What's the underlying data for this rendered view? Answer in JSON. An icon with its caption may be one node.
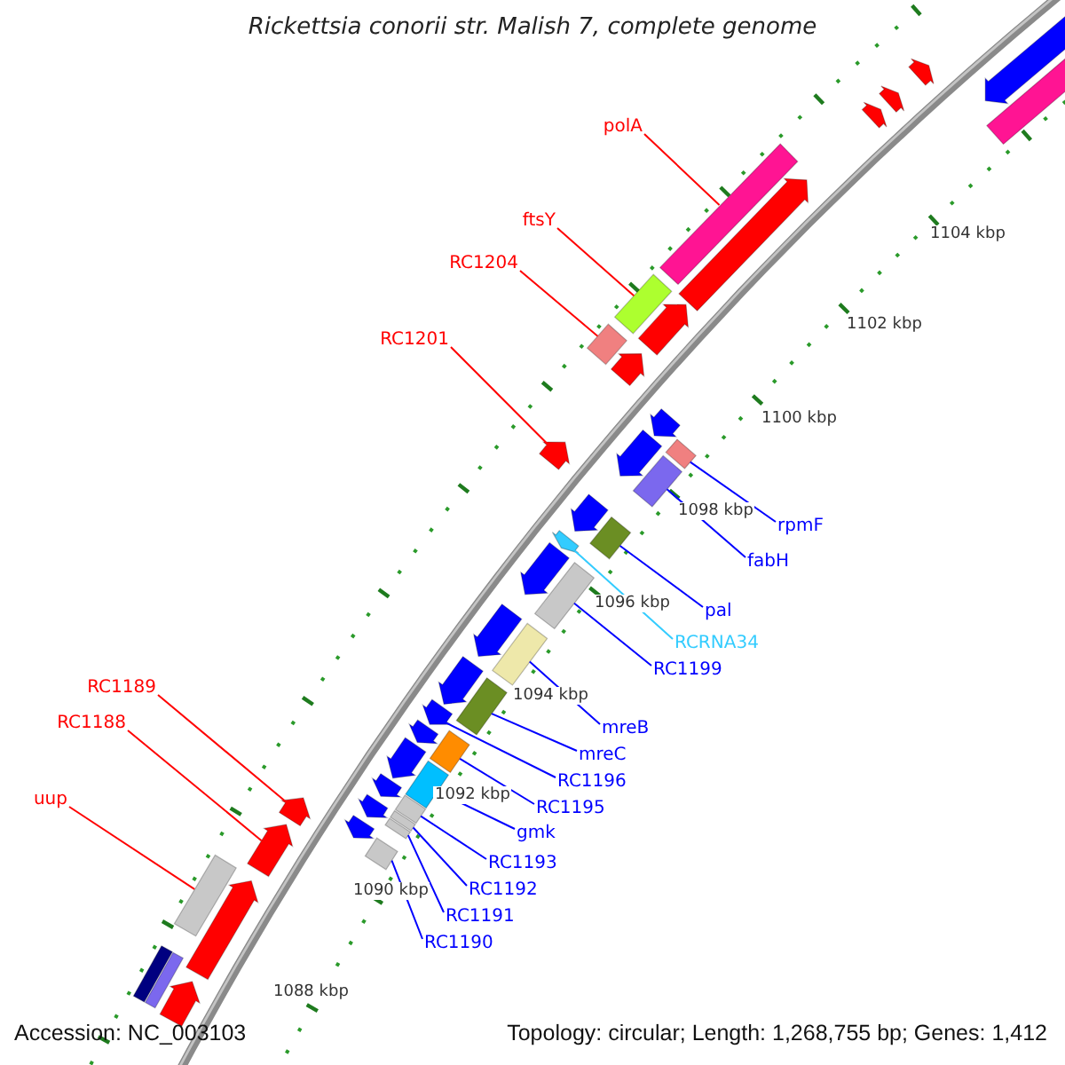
{
  "diagram": {
    "title": "Rickettsia conorii str. Malish 7, complete genome",
    "nodes": [
      {
        "text": [
          "polA"
        ]
      },
      {
        "text": [
          "ftsY"
        ]
      },
      {
        "text": [
          "RC1204"
        ]
      },
      {
        "text": [
          "RC1201"
        ]
      },
      {
        "text": [
          "rpmF"
        ]
      },
      {
        "text": [
          "fabH"
        ]
      },
      {
        "text": [
          "pal"
        ]
      },
      {
        "text": [
          "RCRNA34"
        ]
      },
      {
        "text": [
          "RC1199"
        ]
      },
      {
        "text": [
          "RC1189"
        ]
      },
      {
        "text": [
          "RC1188"
        ]
      },
      {
        "text": [
          "mreB"
        ]
      },
      {
        "text": [
          "mreC"
        ]
      },
      {
        "text": [
          "RC1196"
        ]
      },
      {
        "text": [
          "RC1195"
        ]
      },
      {
        "text": [
          "uup"
        ]
      },
      {
        "text": [
          "gmk"
        ]
      },
      {
        "text": [
          "RC1193"
        ]
      },
      {
        "text": [
          "RC1192"
        ]
      },
      {
        "text": [
          "RC1191"
        ]
      },
      {
        "text": [
          "RC1190"
        ]
      },
      {
        "text": [],
        "shape": "arrow"
      },
      {
        "text": [],
        "shape": "box"
      },
      {
        "text": [],
        "shape": "arrow"
      },
      {
        "text": [],
        "shape": "arrow"
      },
      {
        "text": [],
        "shape": "arrow"
      },
      {
        "text": [],
        "shape": "box"
      },
      {
        "text": [],
        "shape": "arrow"
      },
      {
        "text": [],
        "shape": "box"
      },
      {
        "text": [],
        "shape": "arrow"
      },
      {
        "text": [],
        "shape": "box"
      },
      {
        "text": [],
        "shape": "arrow"
      },
      {
        "text": [],
        "shape": "arrow"
      },
      {
        "text": [],
        "shape": "box"
      },
      {
        "text": [],
        "shape": "arrow"
      },
      {
        "text": [],
        "shape": "box"
      },
      {
        "text": [],
        "shape": "arrow"
      },
      {
        "text": [],
        "shape": "arrow"
      },
      {
        "text": [],
        "shape": "box"
      },
      {
        "text": [],
        "shape": "arrow"
      },
      {
        "text": [],
        "shape": "arrow"
      },
      {
        "text": [],
        "shape": "box"
      },
      {
        "text": [],
        "shape": "arrow"
      },
      {
        "text": [],
        "shape": "box"
      },
      {
        "text": [],
        "shape": "arrow"
      },
      {
        "text": [],
        "shape": "box"
      },
      {
        "text": [],
        "shape": "arrow"
      },
      {
        "text": [],
        "shape": "box"
      },
      {
        "text": [],
        "shape": "arrow"
      },
      {
        "text": [],
        "shape": "arrow"
      },
      {
        "text": [],
        "shape": "box"
      },
      {
        "text": [],
        "shape": "arrow"
      },
      {
        "text": [],
        "shape": "box"
      },
      {
        "text": [],
        "shape": "arrow"
      },
      {
        "text": [],
        "shape": "box"
      },
      {
        "text": [],
        "shape": "box"
      },
      {
        "text": [],
        "shape": "arrow"
      },
      {
        "text": [],
        "shape": "box"
      },
      {
        "text": [],
        "shape": "arrow"
      },
      {
        "text": [],
        "shape": "arrow"
      },
      {
        "text": [],
        "shape": "box"
      },
      {
        "text": [],
        "shape": "arrow"
      },
      {
        "text": [],
        "shape": "box"
      },
      {
        "text": [],
        "shape": "box"
      },
      {
        "text": [],
        "shape": "arrow"
      }
    ],
    "edges": [
      {
        "from": 0,
        "to": 26,
        "arrow": "none",
        "color": "#ff0000"
      },
      {
        "from": 1,
        "to": 28,
        "arrow": "none",
        "color": "#ff0000"
      },
      {
        "from": 2,
        "to": 30,
        "arrow": "none",
        "color": "#ff0000"
      },
      {
        "from": 3,
        "to": 36,
        "arrow": "none",
        "color": "#ff0000"
      },
      {
        "from": 4,
        "to": 33,
        "arrow": "none"
      },
      {
        "from": 5,
        "to": 35,
        "arrow": "none"
      },
      {
        "from": 6,
        "to": 38,
        "arrow": "none"
      },
      {
        "from": 7,
        "to": 39,
        "arrow": "none",
        "color": "#33ccff"
      },
      {
        "from": 8,
        "to": 41,
        "arrow": "none"
      },
      {
        "from": 9,
        "to": 58,
        "arrow": "none",
        "color": "#ff0000"
      },
      {
        "from": 10,
        "to": 59,
        "arrow": "none",
        "color": "#ff0000"
      },
      {
        "from": 11,
        "to": 43,
        "arrow": "none"
      },
      {
        "from": 12,
        "to": 45,
        "arrow": "none"
      },
      {
        "from": 13,
        "to": 46,
        "arrow": "none"
      },
      {
        "from": 14,
        "to": 47,
        "arrow": "none"
      },
      {
        "from": 15,
        "to": 60,
        "arrow": "none",
        "color": "#ff0000"
      },
      {
        "from": 16,
        "to": 50,
        "arrow": "none"
      },
      {
        "from": 17,
        "to": 52,
        "arrow": "none"
      },
      {
        "from": 18,
        "to": 54,
        "arrow": "none"
      },
      {
        "from": 19,
        "to": 55,
        "arrow": "none"
      },
      {
        "from": 20,
        "to": 57,
        "arrow": "none"
      }
    ],
    "labels": [
      "1104 kbp",
      "1102 kbp",
      "1100 kbp",
      "1098 kbp",
      "1096 kbp",
      "1094 kbp",
      "1092 kbp",
      "1090 kbp",
      "1088 kbp",
      "Accession: NC_003103",
      "Topology: circular; Length: 1,268,755 bp; Genes: 1,412"
    ]
  }
}
